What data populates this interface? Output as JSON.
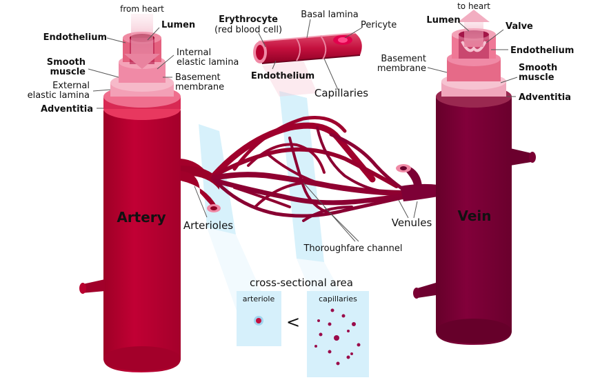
{
  "labels": {
    "from_heart": "from heart",
    "to_heart": "to heart",
    "artery": "Artery",
    "vein": "Vein",
    "arterioles": "Arterioles",
    "venules": "Venules",
    "capillaries": "Capillaries",
    "thoroughfare": "Thoroughfare channel",
    "artery_lumen": "Lumen",
    "artery_endothelium": "Endothelium",
    "smooth_muscle_a1": "Smooth",
    "smooth_muscle_a2": "muscle",
    "internal_lamina_1": "Internal",
    "internal_lamina_2": "elastic lamina",
    "basement_a1": "Basement",
    "basement_a2": "membrane",
    "external_lamina_1": "External",
    "external_lamina_2": "elastic lamina",
    "adventitia_a": "Adventitia",
    "erythrocyte": "Erythrocyte",
    "rbc": "(red blood cell)",
    "basal_lamina": "Basal lamina",
    "pericyte": "Pericyte",
    "cap_endothelium": "Endothelium",
    "vein_lumen": "Lumen",
    "valve": "Valve",
    "vein_endothelium": "Endothelium",
    "basement_v1": "Basement",
    "basement_v2": "membrane",
    "smooth_muscle_v1": "Smooth",
    "smooth_muscle_v2": "muscle",
    "adventitia_v": "Adventitia",
    "cross_sectional": "cross-sectional area",
    "arteriole_small": "arteriole",
    "capillaries_small": "capillaries",
    "less_than": "<"
  },
  "colors": {
    "artery": "#b8002f",
    "vein": "#7a0033",
    "accent_text": "#b0003a",
    "light_pink": "#f3a2b8",
    "pale_blue": "#c9ecfa",
    "cross_title": "#3aa3d6"
  }
}
